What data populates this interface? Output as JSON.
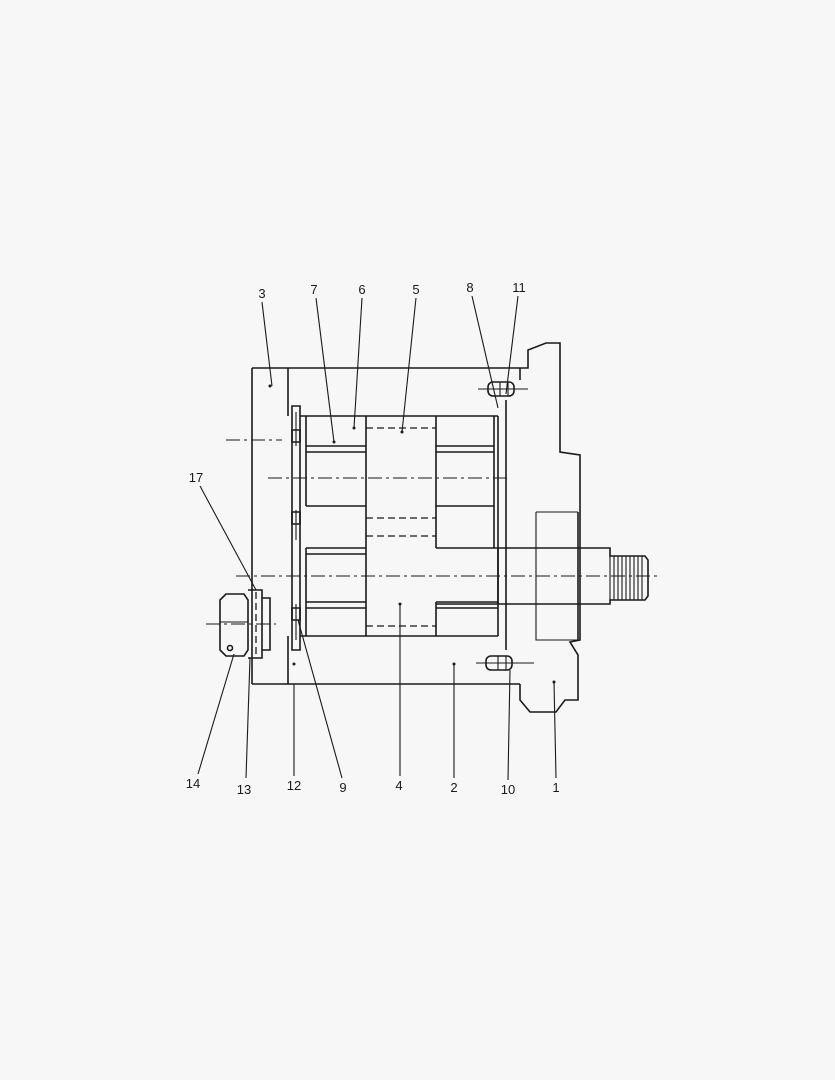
{
  "diagram": {
    "callouts": [
      {
        "id": "c1",
        "label": "1"
      },
      {
        "id": "c2",
        "label": "2"
      },
      {
        "id": "c3",
        "label": "3"
      },
      {
        "id": "c4",
        "label": "4"
      },
      {
        "id": "c5",
        "label": "5"
      },
      {
        "id": "c6",
        "label": "6"
      },
      {
        "id": "c7",
        "label": "7"
      },
      {
        "id": "c8",
        "label": "8"
      },
      {
        "id": "c9",
        "label": "9"
      },
      {
        "id": "c10",
        "label": "10"
      },
      {
        "id": "c11",
        "label": "11"
      },
      {
        "id": "c12",
        "label": "12"
      },
      {
        "id": "c13",
        "label": "13"
      },
      {
        "id": "c14",
        "label": "14"
      },
      {
        "id": "c17",
        "label": "17"
      }
    ],
    "colors": {
      "background": "#f7f7f7",
      "ink": "#1a1a1a"
    }
  }
}
